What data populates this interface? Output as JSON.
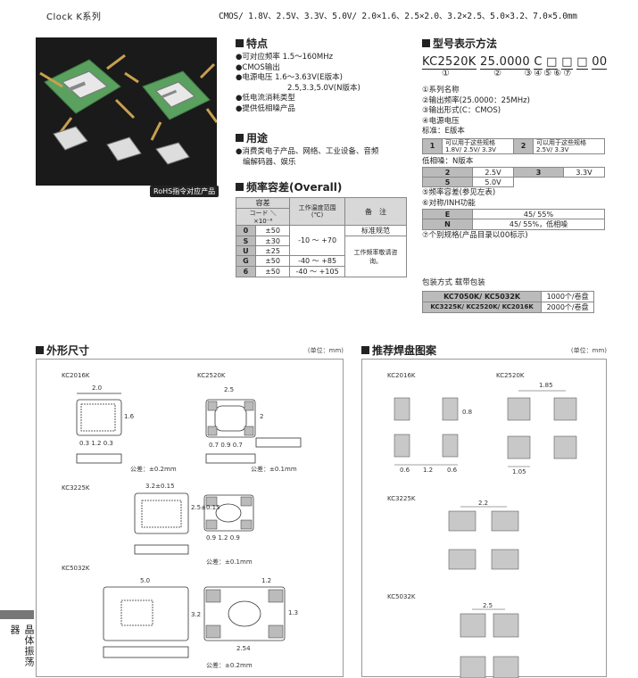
{
  "header": {
    "series": "Clock K系列",
    "spec": "CMOS/ 1.8V、2.5V、3.3V、5.0V/ 2.0×1.6、2.5×2.0、3.2×2.5、5.0×3.2、7.0×5.0mm"
  },
  "rohs": "RoHS指令对应产品",
  "features": {
    "title": "特点",
    "items": [
      "●可对应频率 1.5〜160MHz",
      "●CMOS输出",
      "●电源电压  1.6〜3.63V(E版本)",
      "2.5,3.3,5.0V(N版本)",
      "●低电流消耗类型",
      "●提供低相噪产品"
    ]
  },
  "usage": {
    "title": "用途",
    "items": [
      "●消费类电子产品、网络、工业设备、音频",
      "编解码器、娱乐"
    ]
  },
  "tolerance": {
    "title": "频率容差(Overall)",
    "col1": "容差",
    "col1b": "コード ＼ ×10⁻⁶",
    "col2": "工作温度范围(℃)",
    "col3": "备　注",
    "rows": [
      {
        "code": "0",
        "tol": "±50",
        "temp": "",
        "note": "标准规范"
      },
      {
        "code": "S",
        "tol": "±30",
        "temp": "-10 〜 +70",
        "note": ""
      },
      {
        "code": "U",
        "tol": "±25",
        "temp": "",
        "note": "工作频率敬请咨询。"
      },
      {
        "code": "G",
        "tol": "±50",
        "temp": "-40 〜 +85",
        "note": ""
      },
      {
        "code": "6",
        "tol": "±50",
        "temp": "-40 〜 +105",
        "note": ""
      }
    ]
  },
  "model": {
    "title": "型号表示方法",
    "p1": "KC2520K",
    "p2": "25.0000",
    "p3": "C",
    "p4": "□",
    "p5": "□",
    "p6": "□",
    "p7": "00",
    "nums": [
      "①",
      "②",
      "③",
      "④",
      "⑤",
      "⑥",
      "⑦"
    ],
    "lines": [
      "①系列名称",
      "②输出频率(25.0000：25MHz)",
      "③输出形式(C：CMOS)",
      "④电源电压",
      "标准：E版本"
    ],
    "e_table": [
      {
        "k": "1",
        "v": "可以用于这些规格 1.8V/ 2.5V/ 3.3V"
      },
      {
        "k": "2",
        "v": "可以用于这些规格 2.5V/ 3.3V"
      }
    ],
    "lownoise": "低相噪：N版本",
    "n_table": [
      {
        "k": "2",
        "v": "2.5V"
      },
      {
        "k": "3",
        "v": "3.3V"
      },
      {
        "k": "5",
        "v": "5.0V"
      }
    ],
    "line5": "⑤频率容差(参见左表)",
    "line6": "⑥对称/INH功能",
    "sym_table": [
      {
        "k": "E",
        "v": "45/ 55%"
      },
      {
        "k": "N",
        "v": "45/ 55%，低相噪"
      }
    ],
    "line7": "⑦个别规格(产品目录以00标示)"
  },
  "packing": {
    "title": "包装方式  载带包装",
    "rows": [
      {
        "k": "KC7050K/ KC5032K",
        "v": "1000个/卷盘"
      },
      {
        "k": "KC3225K/ KC2520K/ KC2016K",
        "v": "2000个/卷盘"
      }
    ]
  },
  "dims": {
    "title": "外形尺寸",
    "unit": "(单位：mm)",
    "labels": [
      "KC2016K",
      "KC2520K",
      "KC3225K",
      "KC5032K"
    ],
    "tol1": "公差：±0.2mm",
    "tol2": "公差：±0.1mm",
    "tol3": "公差：±0.1mm",
    "tol4": "公差：±0.2mm",
    "n_20": "2.0",
    "n_25": "2.5",
    "n_32": "3.2±0.15",
    "n_50": "5.0",
    "n_16": "1.6",
    "n_2": "2",
    "n_25b": "2.5±0.15",
    "n_32b": "3.2",
    "n_seg1": "0.3  1.2  0.3",
    "n_seg2": "0.7  0.9  0.7",
    "n_seg3": "0.9  1.2  0.9",
    "n_254": "2.54",
    "n_12": "1.2",
    "n_13": "1.3"
  },
  "pads": {
    "title": "推荐焊盘图案",
    "unit": "(单位：mm)",
    "labels": [
      "KC2016K",
      "KC2520K",
      "KC3225K",
      "KC5032K"
    ],
    "n_185": "1.85",
    "n_105": "1.05",
    "n_08": "0.8",
    "n_06": "0.6",
    "n_12": "1.2",
    "n_22": "2.2",
    "n_25": "2.5"
  },
  "side": "晶体振荡器"
}
